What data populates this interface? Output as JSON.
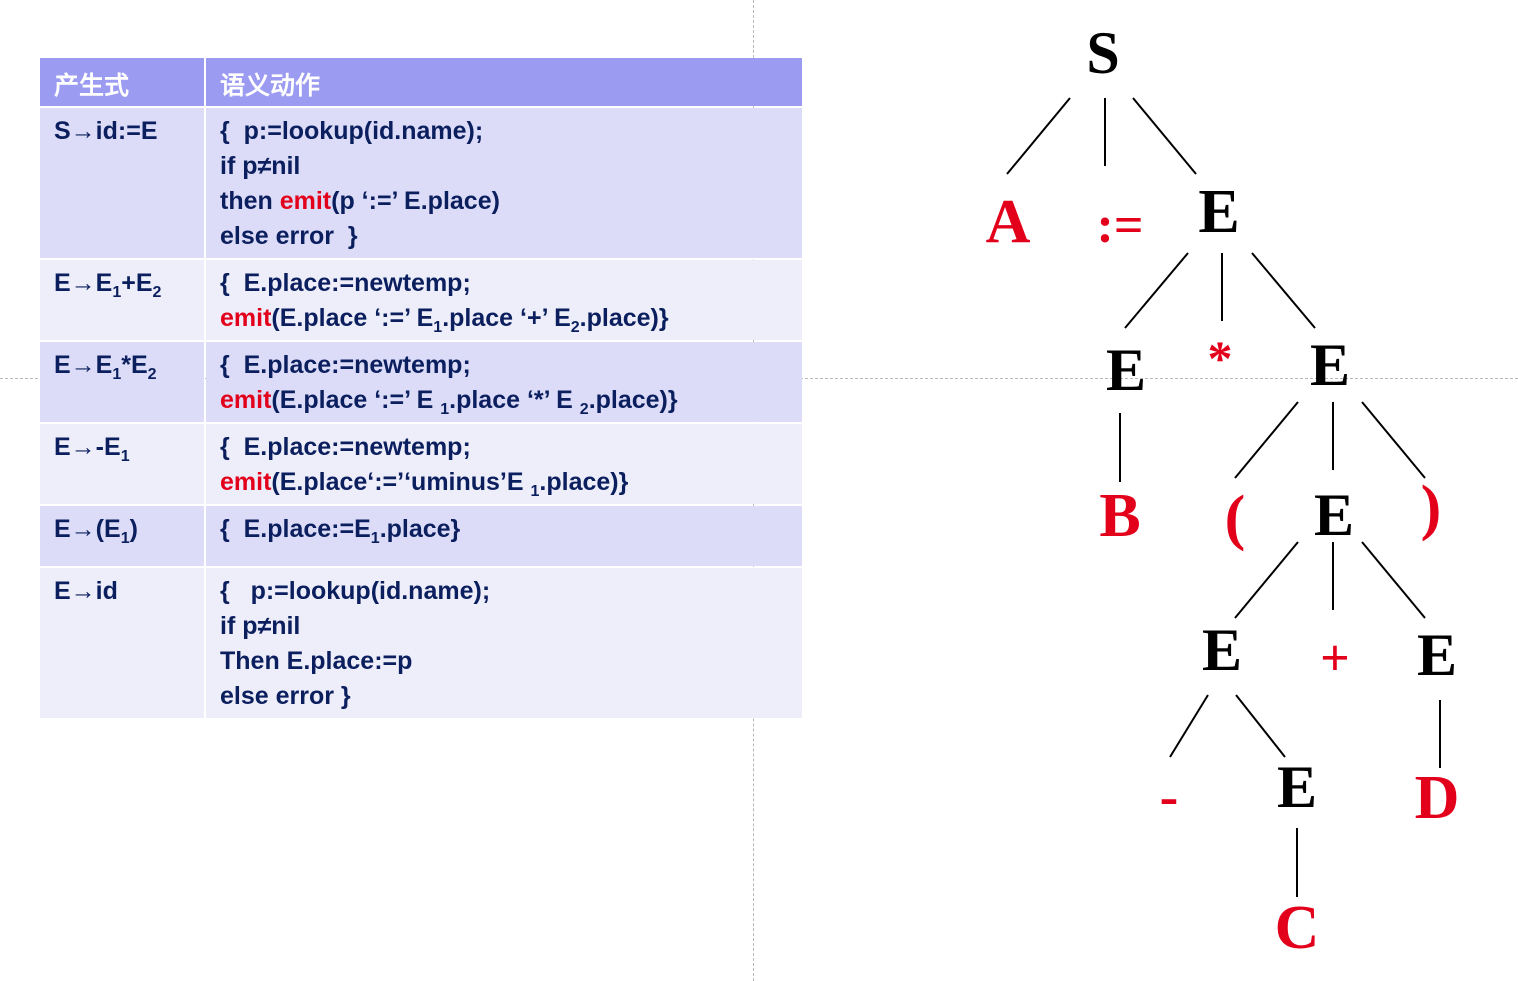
{
  "table": {
    "headers": [
      "产生式",
      "语义动作"
    ],
    "rows": [
      {
        "production": [
          {
            "t": "S→id:=E"
          }
        ],
        "action": [
          [
            {
              "t": "{  p:=lookup(id.name);"
            }
          ],
          [
            {
              "t": "if p≠nil"
            }
          ],
          [
            {
              "t": "then "
            },
            {
              "t": "emit",
              "c": "red"
            },
            {
              "t": "(p ‘:=’ E.place)"
            }
          ],
          [
            {
              "t": "else error  }"
            }
          ]
        ]
      },
      {
        "production": [
          {
            "t": "E→E"
          },
          {
            "t": "1",
            "c": "sub"
          },
          {
            "t": "+E"
          },
          {
            "t": "2",
            "c": "sub"
          }
        ],
        "action": [
          [
            {
              "t": "{  E.place:=newtemp;"
            }
          ],
          [
            {
              "t": "emit",
              "c": "red"
            },
            {
              "t": "(E.place ‘:=’ E"
            },
            {
              "t": "1",
              "c": "sub"
            },
            {
              "t": ".place ‘+’ E"
            },
            {
              "t": "2",
              "c": "sub"
            },
            {
              "t": ".place)}"
            }
          ]
        ]
      },
      {
        "production": [
          {
            "t": "E→E"
          },
          {
            "t": "1",
            "c": "sub"
          },
          {
            "t": "*E"
          },
          {
            "t": "2",
            "c": "sub"
          }
        ],
        "action": [
          [
            {
              "t": "{  E.place:=newtemp;"
            }
          ],
          [
            {
              "t": "emit",
              "c": "red"
            },
            {
              "t": "(E.place ‘:=’ E "
            },
            {
              "t": "1",
              "c": "sub"
            },
            {
              "t": ".place ‘*’ E "
            },
            {
              "t": "2",
              "c": "sub"
            },
            {
              "t": ".place)}"
            }
          ]
        ]
      },
      {
        "production": [
          {
            "t": "E→-E"
          },
          {
            "t": "1",
            "c": "sub"
          }
        ],
        "action": [
          [
            {
              "t": "{  E.place:=newtemp;"
            }
          ],
          [
            {
              "t": "emit",
              "c": "red"
            },
            {
              "t": "(E.place‘:=’‘uminus’E "
            },
            {
              "t": "1",
              "c": "sub"
            },
            {
              "t": ".place)}"
            }
          ]
        ]
      },
      {
        "production": [
          {
            "t": "E→(E"
          },
          {
            "t": "1",
            "c": "sub"
          },
          {
            "t": ")"
          }
        ],
        "action": [
          [
            {
              "t": "{  E.place:=E"
            },
            {
              "t": "1",
              "c": "sub"
            },
            {
              "t": ".place}"
            }
          ]
        ]
      },
      {
        "production": [
          {
            "t": "E→id"
          }
        ],
        "action": [
          [
            {
              "t": "{   p:=lookup(id.name);"
            }
          ],
          [
            {
              "t": "if p≠nil"
            }
          ],
          [
            {
              "t": "Then E.place:=p"
            }
          ],
          [
            {
              "t": "else error }"
            }
          ]
        ]
      }
    ]
  },
  "tree": {
    "colors": {
      "nonterminal": "#000000",
      "terminal": "#e3001b"
    },
    "nodes": [
      {
        "id": "s",
        "label": "S",
        "kind": "nonterminal"
      },
      {
        "id": "a",
        "label": "A",
        "kind": "terminal"
      },
      {
        "id": "assign",
        "label": ":=",
        "kind": "terminal"
      },
      {
        "id": "e1",
        "label": "E",
        "kind": "nonterminal"
      },
      {
        "id": "e2",
        "label": "E",
        "kind": "nonterminal"
      },
      {
        "id": "mul",
        "label": "*",
        "kind": "terminal"
      },
      {
        "id": "e3",
        "label": "E",
        "kind": "nonterminal"
      },
      {
        "id": "b",
        "label": "B",
        "kind": "terminal"
      },
      {
        "id": "lp",
        "label": "(",
        "kind": "terminal"
      },
      {
        "id": "e4",
        "label": "E",
        "kind": "nonterminal"
      },
      {
        "id": "rp",
        "label": ")",
        "kind": "terminal"
      },
      {
        "id": "e5",
        "label": "E",
        "kind": "nonterminal"
      },
      {
        "id": "plus",
        "label": "+",
        "kind": "terminal"
      },
      {
        "id": "e6",
        "label": "E",
        "kind": "nonterminal"
      },
      {
        "id": "minus",
        "label": "-",
        "kind": "terminal"
      },
      {
        "id": "e7",
        "label": "E",
        "kind": "nonterminal"
      },
      {
        "id": "d",
        "label": "D",
        "kind": "terminal"
      },
      {
        "id": "c",
        "label": "C",
        "kind": "terminal"
      }
    ],
    "edges": [
      [
        "s",
        "a"
      ],
      [
        "s",
        "assign"
      ],
      [
        "s",
        "e1"
      ],
      [
        "e1",
        "e2"
      ],
      [
        "e1",
        "mul"
      ],
      [
        "e1",
        "e3"
      ],
      [
        "e2",
        "b"
      ],
      [
        "e3",
        "lp"
      ],
      [
        "e3",
        "e4"
      ],
      [
        "e3",
        "rp"
      ],
      [
        "e4",
        "e5"
      ],
      [
        "e4",
        "plus"
      ],
      [
        "e4",
        "e6"
      ],
      [
        "e5",
        "minus"
      ],
      [
        "e5",
        "e7"
      ],
      [
        "e6",
        "d"
      ],
      [
        "e7",
        "c"
      ]
    ]
  }
}
